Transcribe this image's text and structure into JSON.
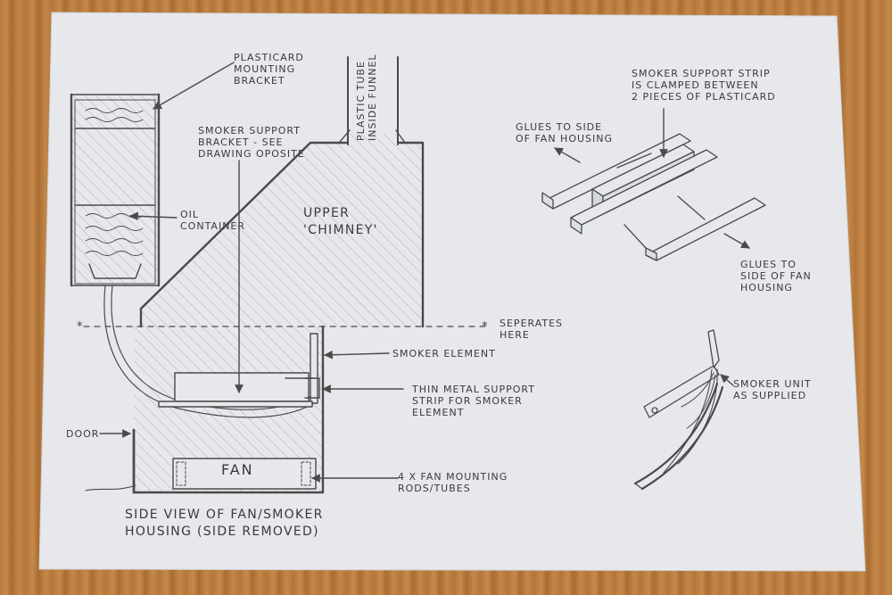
{
  "labels": {
    "plasticard_mounting_bracket": [
      "PLASTICARD",
      "MOUNTING",
      "BRACKET"
    ],
    "plastic_tube_inside_funnel": [
      "PLASTIC TUBE",
      "INSIDE FUNNEL"
    ],
    "smoker_support_bracket": [
      "SMOKER SUPPORT",
      "BRACKET - SEE",
      "DRAWING OPOSITE"
    ],
    "oil_container": [
      "OIL",
      "CONTAINER"
    ],
    "upper_chimney": [
      "UPPER",
      "'CHIMNEY'"
    ],
    "seperates_here": [
      "SEPERATES",
      "HERE"
    ],
    "smoker_element": "SMOKER ELEMENT",
    "thin_metal_support_strip": [
      "THIN METAL SUPPORT",
      "STRIP FOR SMOKER",
      "ELEMENT"
    ],
    "door": "DOOR",
    "fan": "FAN",
    "fan_mounting_rods": [
      "4 x FAN MOUNTING",
      "RODS/TUBES"
    ],
    "side_view_caption": [
      "SIDE VIEW OF FAN/SMOKER",
      "HOUSING (SIDE REMOVED)"
    ],
    "smoker_support_strip_clamped": [
      "SMOKER SUPPORT STRIP",
      "IS CLAMPED BETWEEN",
      "2 PIECES OF PLASTICARD"
    ],
    "glues_to_side_left": [
      "GLUES TO SIDE",
      "OF FAN HOUSING"
    ],
    "glues_to_side_right": [
      "GLUES TO",
      "SIDE OF FAN",
      "HOUSING"
    ],
    "smoker_unit_as_supplied": [
      "SMOKER UNIT",
      "AS SUPPLIED"
    ],
    "marker_left": "*",
    "marker_right": "*"
  },
  "colors": {
    "paper": "#e6e8ec",
    "pencil": "#4a4a4a",
    "wood": "#b87a3e"
  }
}
